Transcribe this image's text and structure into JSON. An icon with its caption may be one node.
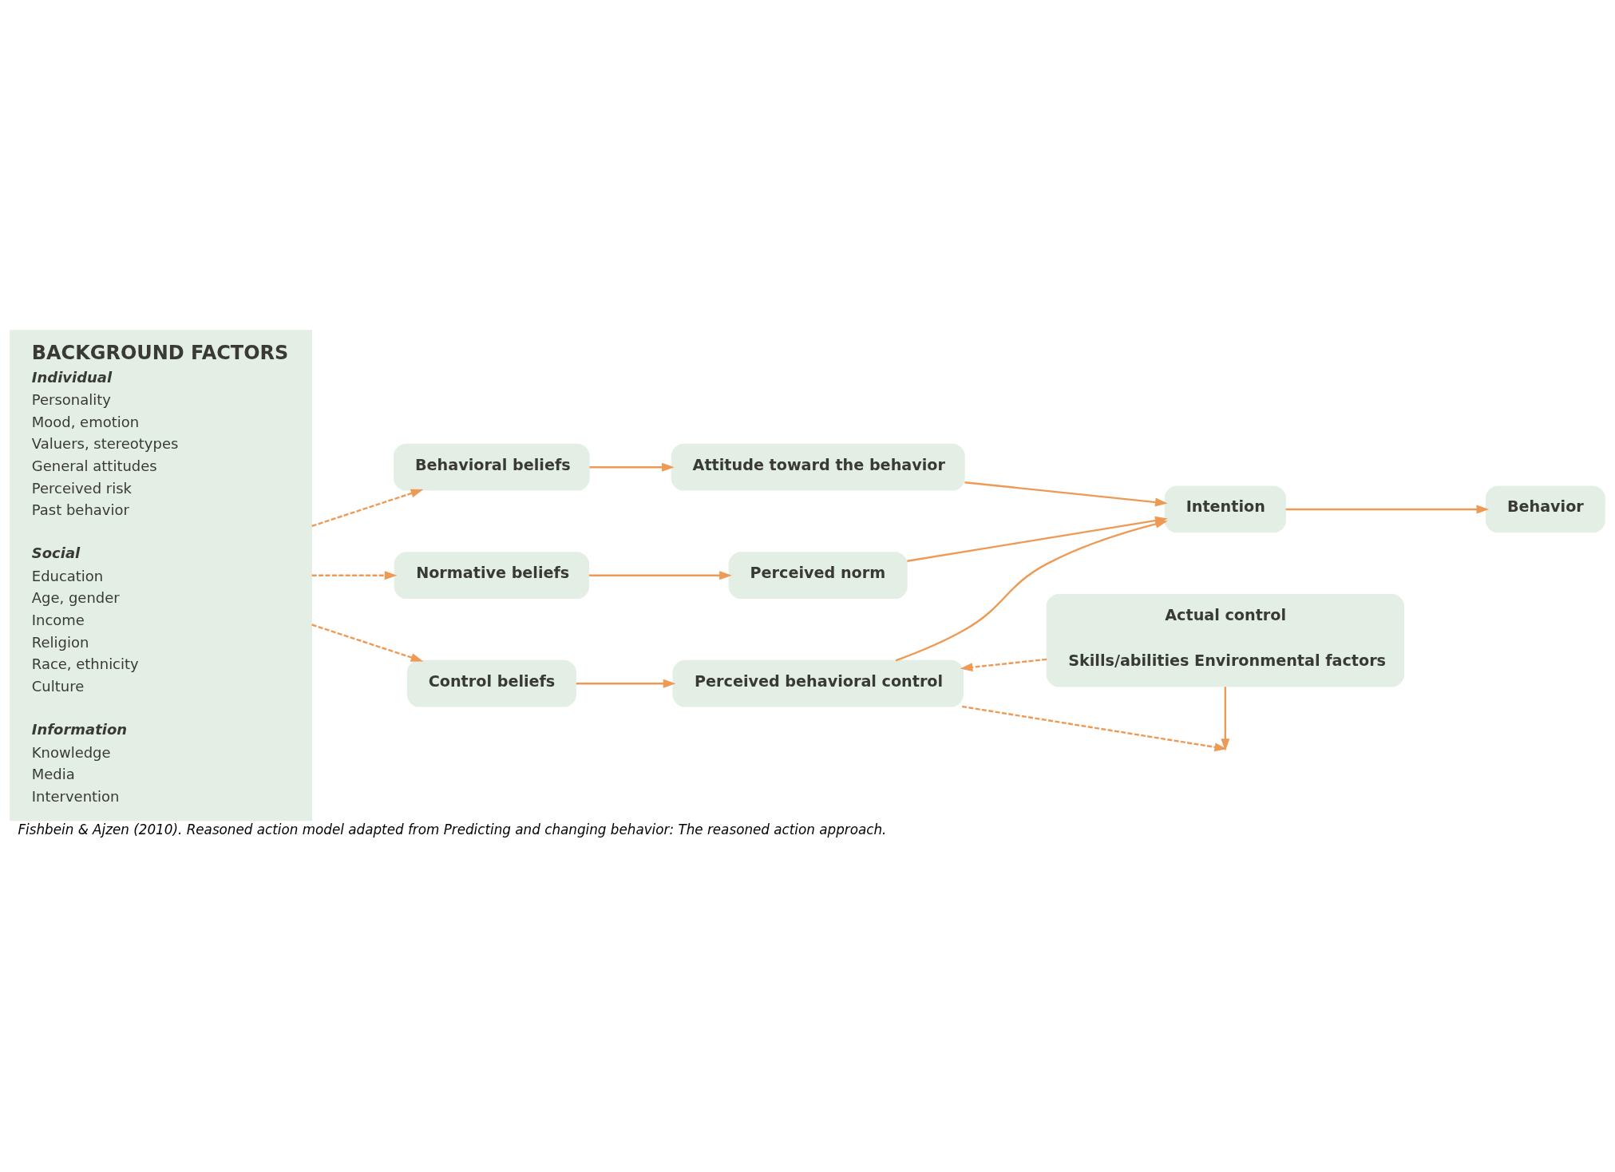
{
  "diagram": {
    "caption": "Fishbein & Ajzen (2010). Reasoned action model adapted from Predicting and changing behavior: The reasoned action approach.",
    "nodes": [
      {
        "text": [
          "BACKGROUND FACTORS",
          "Individual",
          "Personality",
          "Mood, emotion",
          "Valuers, stereotypes",
          "General attitudes",
          "Perceived risk",
          "Past behavior",
          "Social",
          "Education",
          "Age, gender",
          "Income",
          "Religion",
          "Race, ethnicity",
          "Culture",
          "Information",
          "Knowledge",
          "Media",
          "Intervention"
        ]
      },
      {
        "text": [
          "Behavioral beliefs"
        ]
      },
      {
        "text": [
          "Normative beliefs"
        ]
      },
      {
        "text": [
          "Control beliefs"
        ]
      },
      {
        "text": [
          "Attitude toward the behavior"
        ]
      },
      {
        "text": [
          "Perceived norm"
        ]
      },
      {
        "text": [
          "Perceived behavioral control"
        ]
      },
      {
        "text": [
          "Intention"
        ]
      },
      {
        "text": [
          "Behavior"
        ]
      },
      {
        "text": [
          "Actual control",
          "Skills/abilities Environmental factors"
        ]
      }
    ],
    "edges": [
      {
        "from": 0,
        "to": 1,
        "arrow": "to",
        "style": "dashed"
      },
      {
        "from": 0,
        "to": 2,
        "arrow": "to",
        "style": "dashed"
      },
      {
        "from": 0,
        "to": 3,
        "arrow": "to",
        "style": "dashed"
      },
      {
        "from": 1,
        "to": 4,
        "arrow": "to"
      },
      {
        "from": 2,
        "to": 5,
        "arrow": "to"
      },
      {
        "from": 3,
        "to": 6,
        "arrow": "to"
      },
      {
        "from": 4,
        "to": 7,
        "arrow": "to"
      },
      {
        "from": 5,
        "to": 7,
        "arrow": "to"
      },
      {
        "from": 6,
        "to": 7,
        "arrow": "to"
      },
      {
        "from": 7,
        "to": 8,
        "arrow": "to"
      },
      {
        "from": 6,
        "to": null,
        "arrow": "to",
        "style": "dashed"
      },
      {
        "from": 9,
        "to": null,
        "arrow": "to"
      },
      {
        "from": 9,
        "to": 6,
        "arrow": "to",
        "style": "dashed"
      }
    ]
  }
}
